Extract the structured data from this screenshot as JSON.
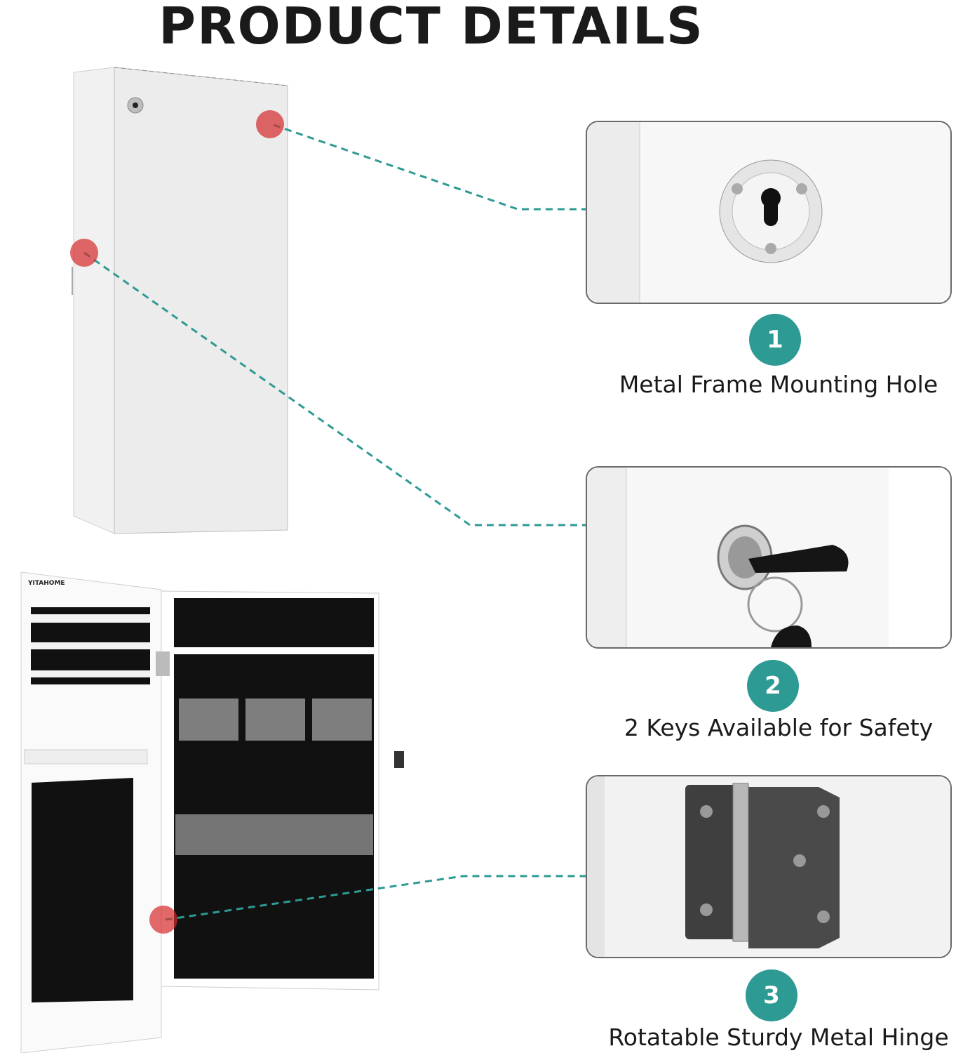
{
  "title": "PRODUCT DETAILS",
  "brand_logo": "YITAHOME",
  "accent_color": "#2e9a94",
  "marker_color": "#d42a2a",
  "features": [
    {
      "number": "1",
      "label": "Metal Frame Mounting Hole",
      "icon": "keyhole-mount-icon"
    },
    {
      "number": "2",
      "label": "2 Keys Available for Safety",
      "icon": "lock-key-icon"
    },
    {
      "number": "3",
      "label": "Rotatable Sturdy Metal Hinge",
      "icon": "hinge-icon"
    }
  ]
}
